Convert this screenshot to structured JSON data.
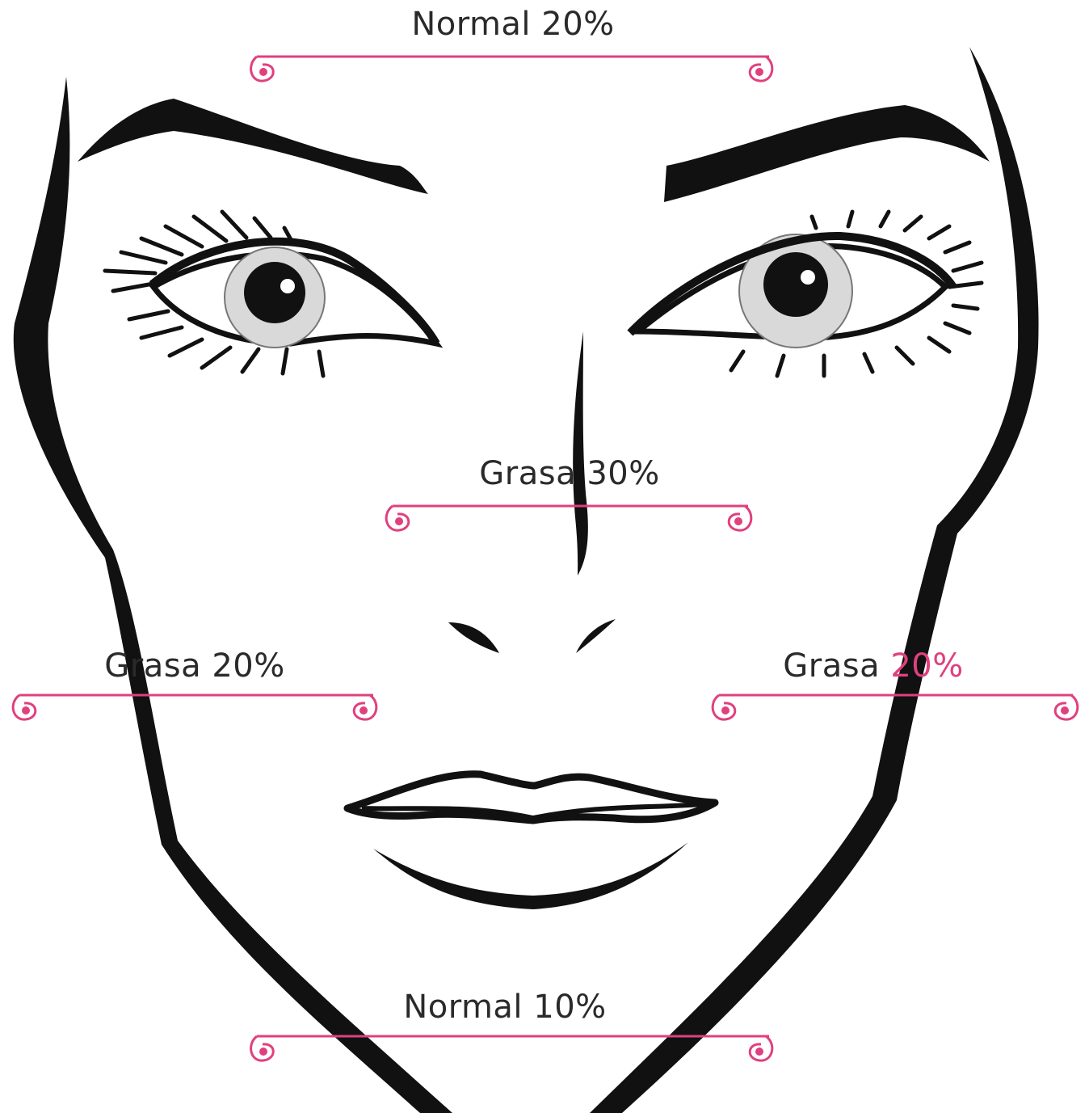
{
  "accent_color": "#e0407e",
  "line_color": "#111111",
  "zones": [
    {
      "id": "forehead",
      "type": "Normal",
      "value": "20%",
      "value_highlighted": false
    },
    {
      "id": "nose",
      "type": "Grasa",
      "value": "30%",
      "value_highlighted": false
    },
    {
      "id": "left-cheek",
      "type": "Grasa",
      "value": "20%",
      "value_highlighted": false
    },
    {
      "id": "right-cheek",
      "type": "Grasa",
      "value": "20%",
      "value_highlighted": true
    },
    {
      "id": "chin",
      "type": "Normal",
      "value": "10%",
      "value_highlighted": false
    }
  ]
}
